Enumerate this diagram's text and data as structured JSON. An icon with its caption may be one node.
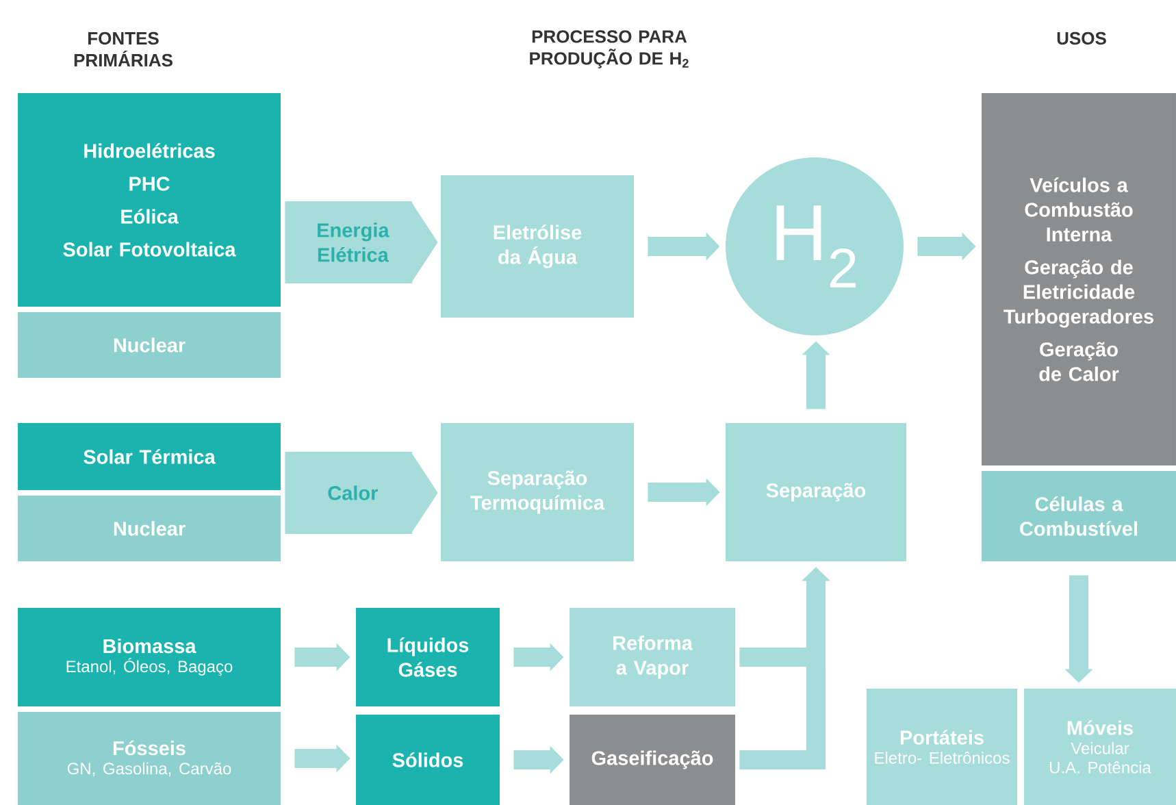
{
  "diagram": {
    "nodes": [
      {
        "text": [
          "Hidroelétricas",
          "PHC",
          "Eólica",
          "Solar Fotovoltaica"
        ]
      },
      {
        "text": [
          "Nuclear"
        ]
      },
      {
        "text": [
          "Eletrólise da Água"
        ]
      },
      {
        "text": [
          "H$_{2}$"
        ]
      },
      {
        "text": [
          "Veículos a Combustão Interna",
          "Geração de Eletricidade Turbogeradores",
          "Geração de Calor"
        ]
      },
      {
        "text": [
          "Células a Combustível"
        ]
      },
      {
        "text": [
          "Solar Térmica"
        ]
      },
      {
        "text": [
          "Nuclear"
        ]
      },
      {
        "text": [
          "Separação Termoquímica"
        ]
      },
      {
        "text": [
          "Separação"
        ]
      },
      {
        "text": [
          "Biomassa",
          "Etanol, Óleos, Bagaço"
        ]
      },
      {
        "text": [
          "Fósseis",
          "GN, Gasolina, Carvão"
        ]
      },
      {
        "text": [
          "Líquidos Gáses"
        ]
      },
      {
        "text": [
          "Sólidos"
        ]
      },
      {
        "text": [
          "Reforma a Vapor"
        ]
      },
      {
        "text": [
          "Gaseificação"
        ]
      },
      {
        "text": [
          "Portáteis",
          "Eletro- Eletrônicos"
        ]
      },
      {
        "text": [
          "Móveis",
          "Veicular",
          "U.A. Potência"
        ]
      }
    ],
    "edges": [
      {
        "from": 0,
        "to": 2,
        "arrow": "to",
        "label": "Energia Elétrica",
        "style": "thick"
      },
      {
        "from": 6,
        "to": 8,
        "arrow": "to",
        "label": "Calor",
        "style": "thick"
      },
      {
        "from": 7,
        "to": 8,
        "arrow": "to",
        "style": "thick"
      },
      {
        "from": 2,
        "to": 3,
        "arrow": "to"
      },
      {
        "from": 3,
        "to": 4,
        "arrow": "to"
      },
      {
        "from": 8,
        "to": 9,
        "arrow": "to"
      },
      {
        "from": 9,
        "to": 3,
        "arrow": "to"
      },
      {
        "from": 10,
        "to": 12,
        "arrow": "to"
      },
      {
        "from": 11,
        "to": 13,
        "arrow": "to"
      },
      {
        "from": 12,
        "to": 14,
        "arrow": "to"
      },
      {
        "from": 13,
        "to": 15,
        "arrow": "to"
      },
      {
        "from": 14,
        "to": 9,
        "arrow": "to"
      },
      {
        "from": 15,
        "to": 9,
        "arrow": "to"
      },
      {
        "from": 5,
        "to": 17,
        "arrow": "to"
      }
    ],
    "labels": [
      "FONTES PRIMÁRIAS",
      "PROCESSO PARA PRODUÇÃO DE H$_{2}$",
      "USOS"
    ]
  }
}
